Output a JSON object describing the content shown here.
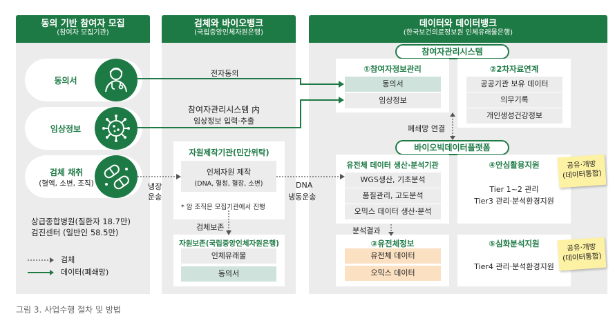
{
  "columns": {
    "participants": {
      "title": "동의 기반 참여자 모집",
      "subtitle": "(참여자 모집기관)"
    },
    "biobank": {
      "title": "검체와 바이오뱅크",
      "subtitle": "(국립중앙인체자원은행)"
    },
    "databank": {
      "title": "데이터와 데이터뱅크",
      "subtitle": "(한국보건의료정보원 인체유래물은행)"
    }
  },
  "participants": {
    "consent": "동의서",
    "clinical": "임상정보",
    "specimen_title": "검체 채취",
    "specimen_sub": "(혈액, 소변, 조직)",
    "stats_line1": "상급종합병원(질환자 18.7만)",
    "stats_line2": "검진센터 (일반인 58.5만)",
    "legend_specimen": "검체",
    "legend_data": "데이터(폐쇄망)"
  },
  "flows": {
    "e_consent": "전자동의",
    "system_in_line1": "참여자관리시스템 内",
    "system_in_line2": "임상정보 입력·추출",
    "cold_line1": "냉장",
    "cold_line2": "운송",
    "dna_line1": "DNA",
    "dna_line2": "냉동운송",
    "specimen_store": "검체보존",
    "closed_net": "폐쇄망 연결",
    "analysis_result": "분석결과"
  },
  "biobank": {
    "production_title": "자원제작기관(민간위탁)",
    "production_item_line1": "인체자원 제작",
    "production_item_line2": "(DNA, 혈청, 혈장, 소변)",
    "production_note": "* 암 조직은 모집기관에서 진행",
    "storage_title": "자원보존(국립중앙인체자원은행)",
    "storage_items": [
      "인체유래물",
      "동의서"
    ]
  },
  "databank": {
    "system_banner": "참여자관리시스템",
    "platform_banner": "바이오빅데이터플랫폼",
    "participant_info": {
      "title": "①참여자정보관리",
      "items": [
        "동의서",
        "임상정보"
      ]
    },
    "secondary": {
      "title": "②2차자료연계",
      "items": [
        "공공기관 보유 데이터",
        "의무기록",
        "개인생성건강정보"
      ]
    },
    "genome_org": {
      "title": "유전체 데이터 생산·분석기관",
      "items": [
        "WGS생산, 기초분석",
        "품질관리, 고도분석",
        "오믹스 데이터 생산·분석"
      ]
    },
    "safe_use": {
      "title": "④안심활용지원",
      "line1": "Tier 1~2 관리",
      "line2": "Tier3 관리·분석환경지원"
    },
    "genome_info": {
      "title": "③유전체정보",
      "items": [
        "유전체 데이터",
        "오믹스 데이터"
      ]
    },
    "deep_analysis": {
      "title": "⑤심화분석지원",
      "line1": "Tier4 관리·분석환경지원"
    },
    "sticky1_line1": "공유·개방",
    "sticky1_line2": "(데이터통합)",
    "sticky2_line1": "공유·개방",
    "sticky2_line2": "(데이터통합)"
  },
  "caption": "그림 3. 사업수행 절차 및 방법",
  "colors": {
    "green": "#1e7a45",
    "gray": "#ececec",
    "mint": "#cfe3dc",
    "peach": "#fbe0c2",
    "sticky": "#fdf1a3"
  }
}
